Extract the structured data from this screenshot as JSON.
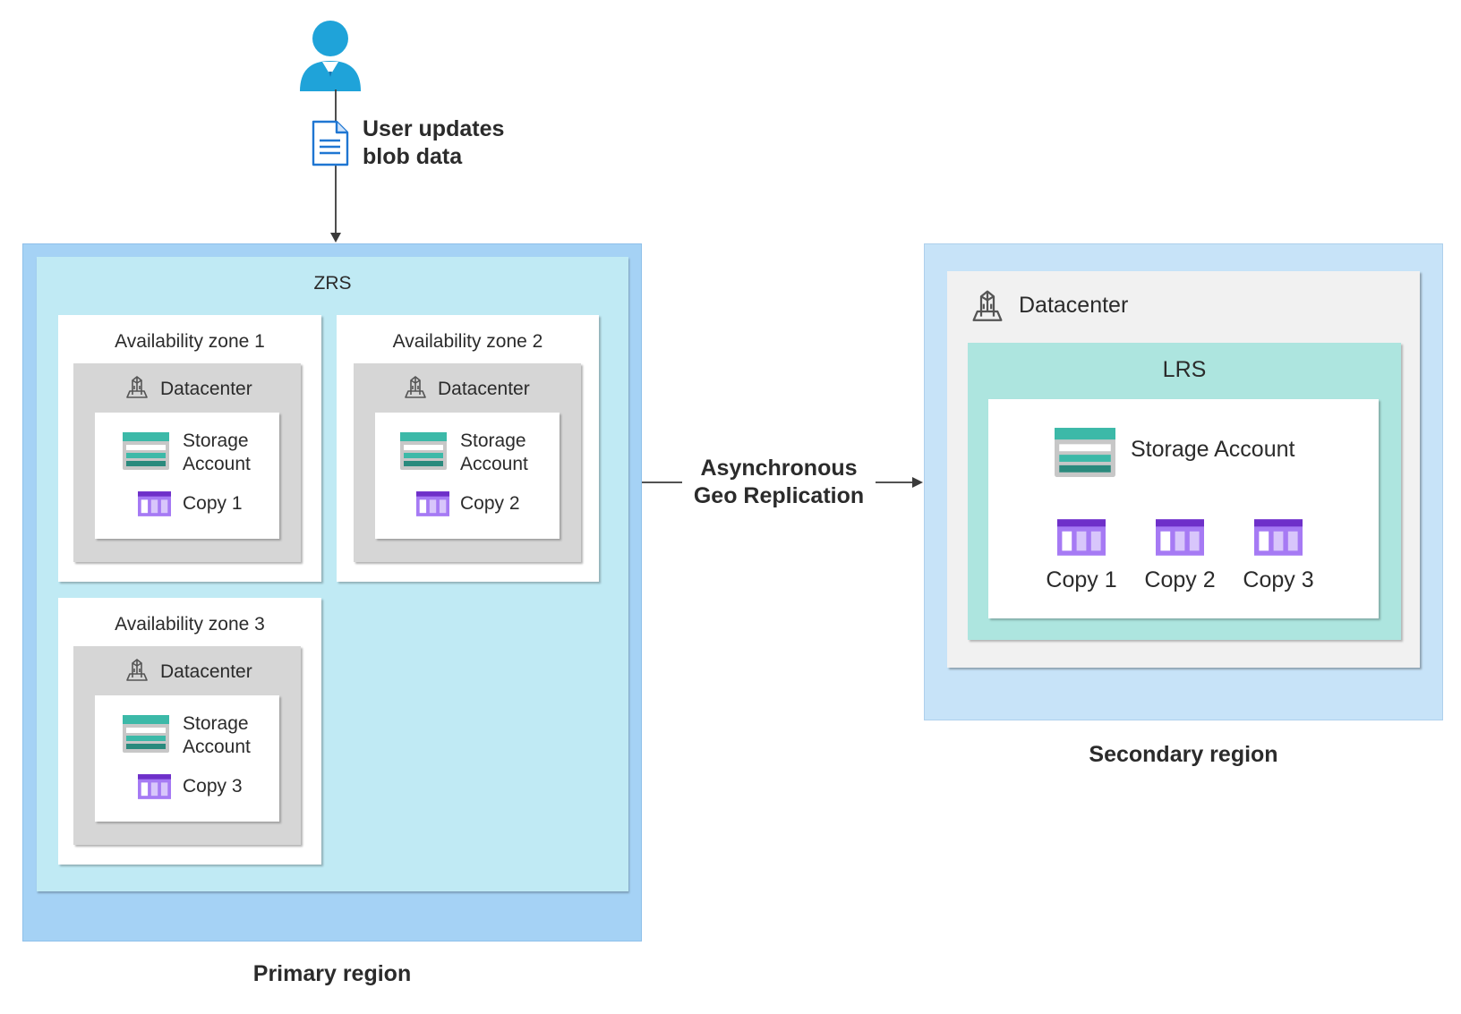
{
  "user_note": {
    "line1": "User updates",
    "line2": "blob data"
  },
  "primary": {
    "label": "Primary region",
    "replication_type": "ZRS",
    "zones": [
      {
        "title": "Availability zone 1",
        "datacenter": "Datacenter",
        "storage_line1": "Storage",
        "storage_line2": "Account",
        "copy": "Copy 1"
      },
      {
        "title": "Availability zone 2",
        "datacenter": "Datacenter",
        "storage_line1": "Storage",
        "storage_line2": "Account",
        "copy": "Copy 2"
      },
      {
        "title": "Availability zone 3",
        "datacenter": "Datacenter",
        "storage_line1": "Storage",
        "storage_line2": "Account",
        "copy": "Copy 3"
      }
    ]
  },
  "replication": {
    "line1": "Asynchronous",
    "line2": "Geo Replication"
  },
  "secondary": {
    "label": "Secondary region",
    "datacenter": "Datacenter",
    "replication_type": "LRS",
    "storage": "Storage Account",
    "copies": [
      "Copy 1",
      "Copy 2",
      "Copy 3"
    ]
  },
  "colors": {
    "primary_region": "#a5d2f5",
    "zrs_box": "#c0eaf4",
    "secondary_region": "#c7e3f8",
    "lrs_box": "#ade5df",
    "datacenter_primary": "#d6d6d6",
    "datacenter_secondary": "#f1f1f1",
    "user_icon": "#1fa3d9",
    "copy_icon": "#8b52d9",
    "storage_icon": "#3cb9a8"
  }
}
